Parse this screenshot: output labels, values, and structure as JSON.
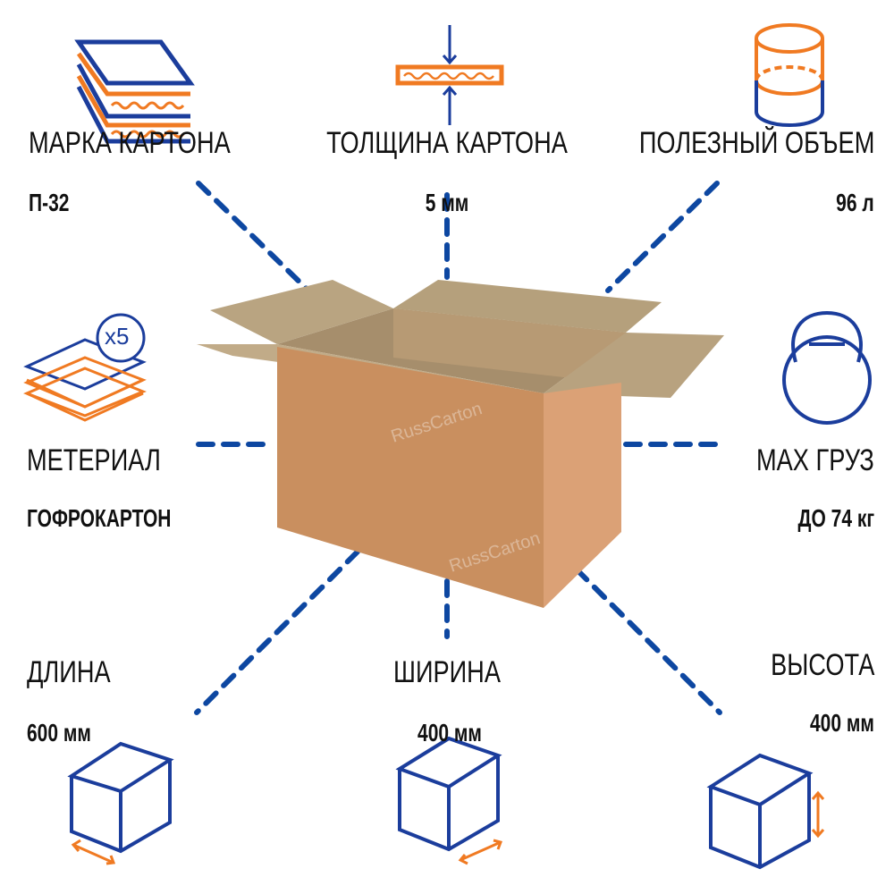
{
  "colors": {
    "blue": "#1b3d9c",
    "orange": "#f07a22",
    "dash": "#0d47a1",
    "box": "#c98f5f"
  },
  "watermark": "RussCarton",
  "specs": {
    "grade": {
      "label": "МАРКА КАРТОНА",
      "value": "П-32",
      "icon": "cardboard-layers-icon"
    },
    "thickness": {
      "label": "ТОЛЩИНА КАРТОНА",
      "value": "5 мм",
      "icon": "thickness-icon"
    },
    "volume": {
      "label": "ПОЛЕЗНЫЙ ОБЪЕМ",
      "value": "96 л",
      "icon": "cylinder-volume-icon"
    },
    "material": {
      "label": "МЕТЕРИАЛ",
      "value": "ГОФРОКАРТОН",
      "icon": "sheets-stack-icon",
      "badge": "x5"
    },
    "max_load": {
      "label": "MAX ГРУЗ",
      "value": "ДО 74 кг",
      "icon": "kettlebell-icon"
    },
    "length": {
      "label": "ДЛИНА",
      "value": "600 мм",
      "icon": "cube-length-icon"
    },
    "width": {
      "label": "ШИРИНА",
      "value": "400 мм",
      "icon": "cube-width-icon"
    },
    "height": {
      "label": "ВЫСОТА",
      "value": "400 мм",
      "icon": "cube-height-icon"
    }
  }
}
